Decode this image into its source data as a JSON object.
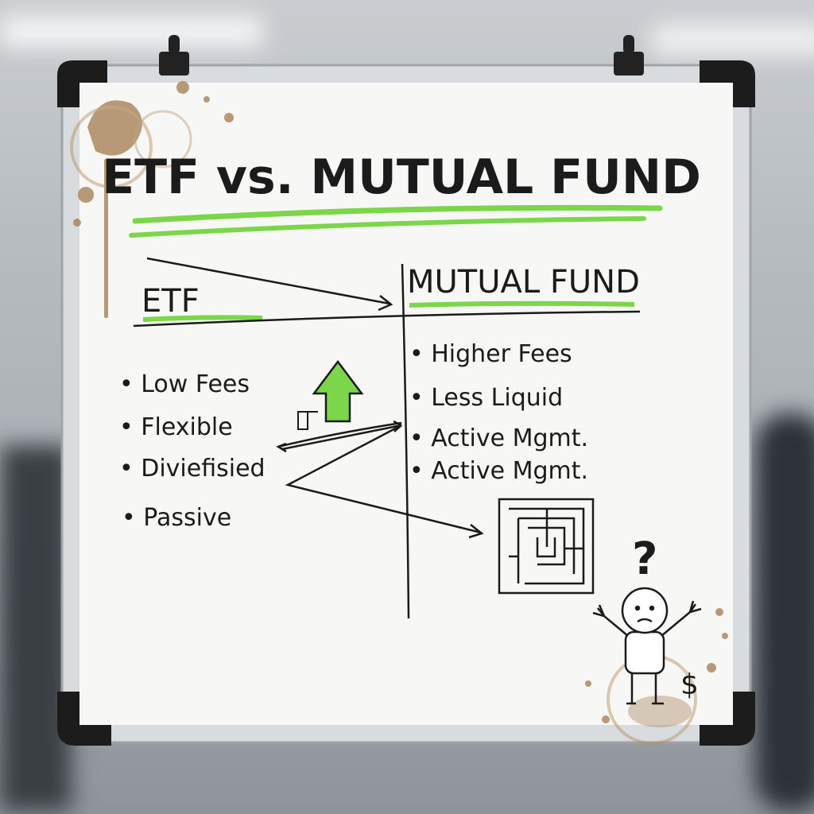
{
  "board": {
    "title": "ETF vs. MUTUAL FUND",
    "left_header": "ETF",
    "right_header": "MUTUAL FUND",
    "left_items": [
      "Low Fees",
      "Flexible",
      "Diviefisied",
      "Passive"
    ],
    "right_items": [
      "Higher Fees",
      "Less Liquid",
      "Active Mgmt.",
      "Active Mgmt."
    ],
    "question_mark": "?",
    "dollar_sign": "$"
  },
  "colors": {
    "accent_green": "#7bd64a",
    "ink": "#1b1b1b",
    "stain": "#a27a4e"
  }
}
